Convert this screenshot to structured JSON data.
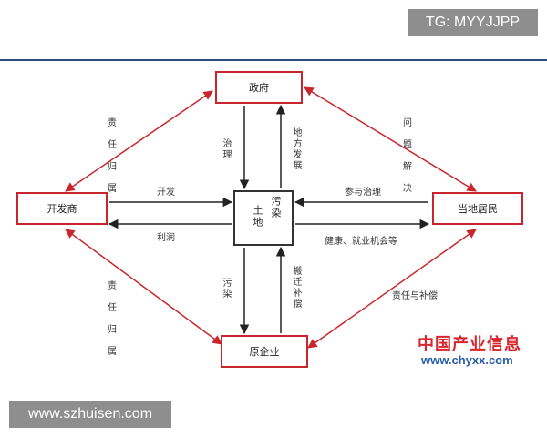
{
  "watermarks": {
    "tg": "TG: MYYJJPP",
    "site": "www.szhuisen.com"
  },
  "nodes": {
    "government": "政府",
    "developer": "开发商",
    "residents": "当地居民",
    "enterprise": "原企业",
    "land_left": "土地",
    "land_right": "污染"
  },
  "labels": {
    "dev_gov": "责任归属",
    "res_gov": "问题解决",
    "dev_ent": "责任归属",
    "res_ent": "责任与补偿",
    "govern": "治理",
    "local_dev": "地方发展",
    "develop": "开发",
    "profit": "利润",
    "participate": "参与治理",
    "health": "健康、就业机会等",
    "pollute": "污染",
    "relocate": "搬迁补偿"
  },
  "brand": {
    "cn": "中国产业信息",
    "url": "www.chyxx.com"
  },
  "colors": {
    "arrow": "#c8262c",
    "rule": "#2c4c7e",
    "brand_red": "#d7262e",
    "brand_blue": "#2a5cab"
  }
}
